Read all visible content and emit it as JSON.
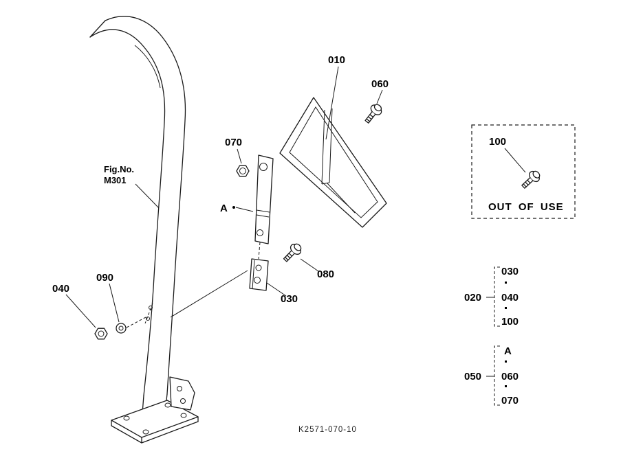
{
  "fig": {
    "line1": "Fig.No.",
    "line2": "M301"
  },
  "callouts": {
    "p010": "010",
    "p030": "030",
    "p040": "040",
    "p060": "060",
    "p070": "070",
    "p080": "080",
    "p090": "090",
    "marker_a": "A"
  },
  "out_of_use_box": {
    "part": "100",
    "label": "OUT OF USE"
  },
  "groups": {
    "g020": {
      "label": "020",
      "items": [
        "030",
        "040",
        "100"
      ]
    },
    "g050": {
      "label": "050",
      "items": [
        "A",
        "060",
        "070"
      ]
    }
  },
  "footer": {
    "drawing_number": "K2571-070-10"
  },
  "colors": {
    "line": "#1a1a1a",
    "background": "#ffffff"
  }
}
